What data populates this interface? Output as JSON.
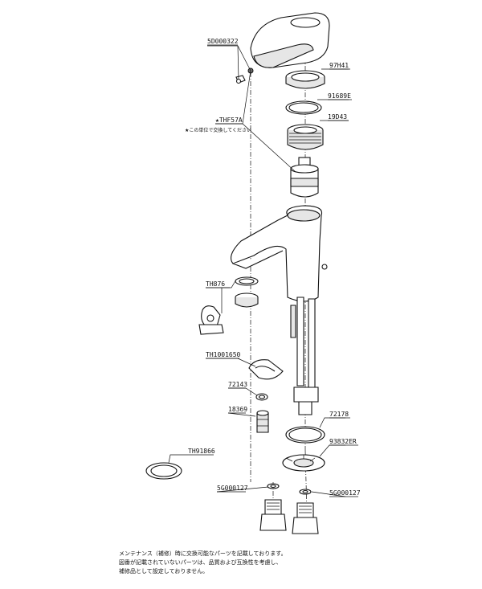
{
  "parts": {
    "p_5d000322": "5D000322",
    "p_97h41": "97H41",
    "p_91689e": "91689E",
    "p_19d43": "19D43",
    "p_thf57a": "★THF57A",
    "p_thf57a_note": "★この単位で交換してください",
    "p_th876": "TH876",
    "p_th1001650": "TH1001650",
    "p_72143": "72143",
    "p_18369": "18369",
    "p_72178": "72178",
    "p_93832er": "93832ER",
    "p_th91866": "TH91866",
    "p_5g000127_left": "5G000127",
    "p_5g000127_right": "5G000127"
  },
  "notes": [
    "メンテナンス（補修）時に交換可能なパーツを記載しております。",
    "図番が記載されていないパーツは、品質および互換性を考慮し、",
    "補修品として設定しておりません。"
  ]
}
